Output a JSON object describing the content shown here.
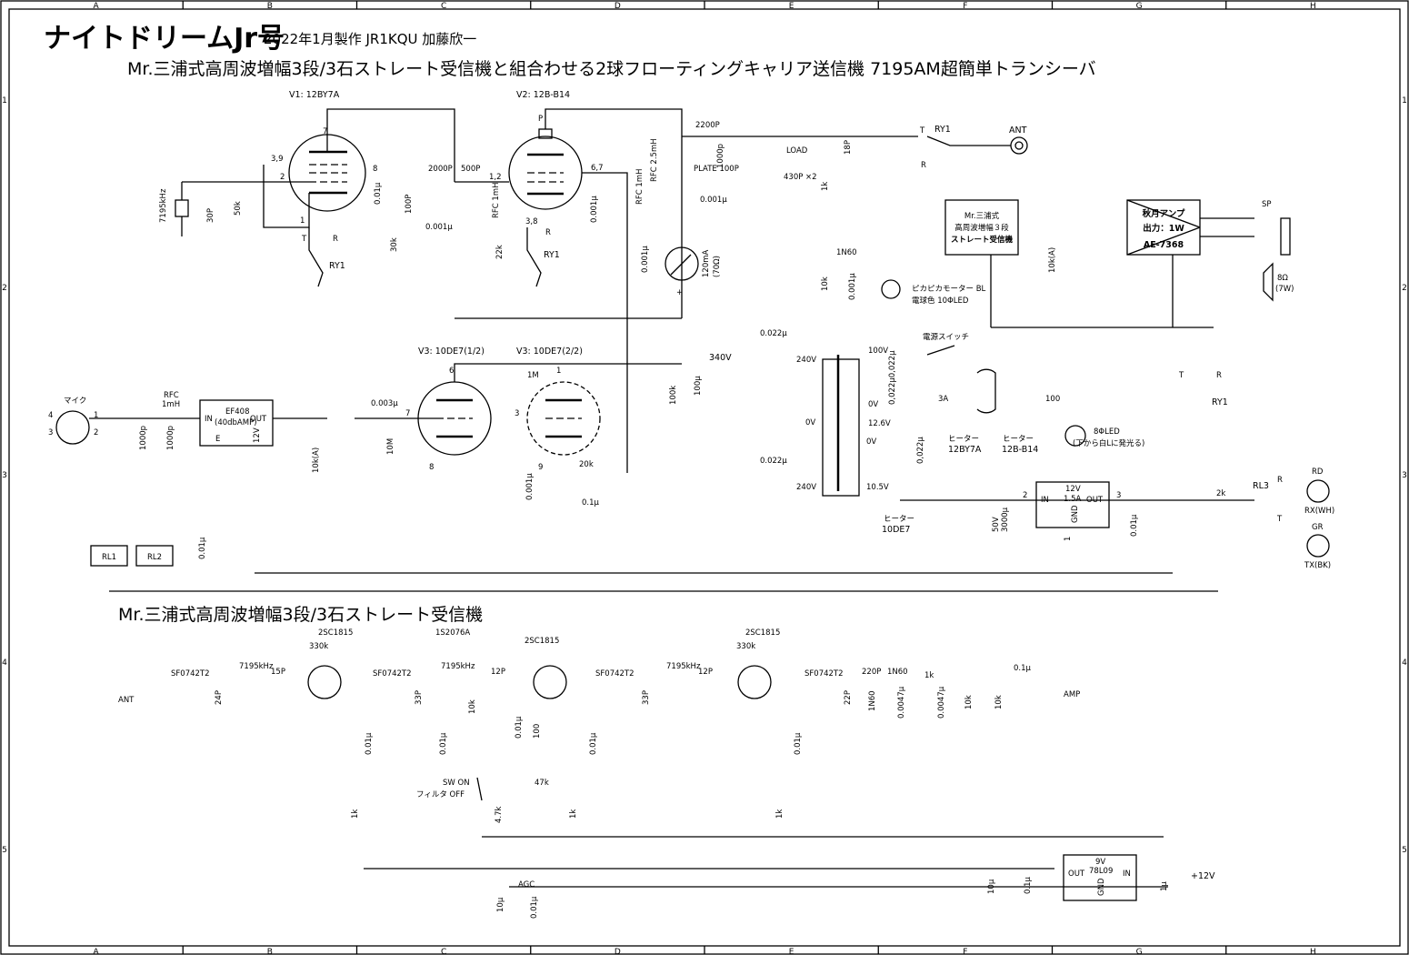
{
  "header": {
    "title": "ナイトドリームJr号",
    "subtitle": "2022年1月製作  JR1KQU  加藤欣一",
    "transmitter_caption": "Mr.三浦式高周波増幅3段/3石ストレート受信機と組合わせる2球フローティングキャリア送信機   7195AM超簡単トランシーバ",
    "receiver_caption": "Mr.三浦式高周波増幅3段/3石ストレート受信機"
  },
  "frame": {
    "columns": [
      "A",
      "B",
      "C",
      "D",
      "E",
      "F",
      "G",
      "H"
    ],
    "rows": [
      "1",
      "2",
      "3",
      "4",
      "5"
    ]
  },
  "tubes": {
    "v1": {
      "name": "V1: 12BY7A",
      "pins": {
        "plate": "7",
        "screen": "3,9",
        "grid": "2",
        "cathode": "1",
        "g2": "8"
      }
    },
    "v2": {
      "name": "V2: 12B-B14",
      "pins": {
        "plate": "P",
        "grid": "1,2",
        "screen": "6,7",
        "cathode": "3,8"
      }
    },
    "v3a": {
      "name": "V3: 10DE7(1/2)",
      "pins": {
        "plate": "6",
        "grid": "7",
        "cathode": "8"
      }
    },
    "v3b": {
      "name": "V3: 10DE7(2/2)",
      "pins": {
        "plate": "1",
        "grid": "3",
        "cathode": "9"
      }
    }
  },
  "oscillator": {
    "crystal": "7195kHz",
    "trimmer": "30P",
    "grid_res": "50k",
    "screen_cap": "0.01μ",
    "screen_res": "30k",
    "tank_cap": "100P",
    "coupling1": "2000P",
    "coupling2": "500P",
    "bypass": "0.001μ",
    "relay": "RY1",
    "relay_t": "T",
    "relay_r": "R"
  },
  "final": {
    "grid_rfc": "RFC 1mH",
    "grid_res": "22k",
    "screen_cap": "0.001μ",
    "screen_rfc": "RFC 1mH",
    "plate_rfc": "RFC 2.5mH",
    "coupling": "2200P",
    "plate_pad": "1000p",
    "plate_vc": "PLATE 100P",
    "bypass": "0.001μ",
    "load": "LOAD",
    "load_vc": "430P ×2",
    "out_cap": "18P",
    "meter_cap": "0.001μ",
    "meter": "120mA",
    "meter_note": "(70Ω)",
    "meter_plus": "+",
    "mon_res": "1k",
    "mon_diode": "1N60",
    "mon_res2": "10k",
    "mon_cap": "0.001μ",
    "mon_led_1": "ピカピカモーター BL",
    "mon_led_2": "電球色  10ΦLED"
  },
  "antenna": {
    "relay": "RY1",
    "t": "T",
    "r": "R",
    "ant": "ANT"
  },
  "receiver_block": {
    "line1": "Mr.三浦式",
    "line2": "高周波増幅３段",
    "line3": "ストレート受信機",
    "vol": "10k(A)"
  },
  "amp_block": {
    "line1": "秋月アンプ",
    "line2": "出力：1W",
    "line3": "AE-7368",
    "sp": "SP",
    "spk": "8Ω",
    "spk_w": "(7W)"
  },
  "modulator": {
    "mic": "マイク",
    "mic_pins": [
      "4",
      "3",
      "1",
      "2"
    ],
    "rfc": "RFC",
    "rfc_val": "1mH",
    "cap1": "1000p",
    "cap2": "1000p",
    "amp_in": "IN",
    "amp_name": "EF408",
    "amp_gain": "(40dbAMP)",
    "amp_out": "OUT",
    "amp_e": "E",
    "amp_12v": "12V",
    "vol": "10k(A)",
    "cgrid": "0.003μ",
    "rgrid": "10M",
    "r1m": "1M",
    "r20k": "20k",
    "c01": "0.1μ",
    "ck": "0.001μ",
    "rl1": "RL1",
    "rl2": "RL2",
    "rlcap": "0.01μ"
  },
  "power": {
    "b_volt": "340V",
    "bleeder": "100k",
    "filter": "100μ",
    "dcap_top": "0.022μ",
    "dcap_bot": "0.022μ",
    "ac_top": "240V",
    "ac_bot": "240V",
    "ct": "0V",
    "pri_100": "100V",
    "pri_0": "0V",
    "pri_caps": "0,022μ0,022μ",
    "switch": "電源スイッチ",
    "fuse": "3A",
    "h126": "12.6V",
    "h0": "0V",
    "h105": "10.5V",
    "heater": "ヒーター",
    "h_v1": "12BY7A",
    "h_v2": "12B-B14",
    "h_v3": "10DE7",
    "hcap": "0,022μ",
    "led_res": "100",
    "led": "8ΦLED",
    "led_note": "(下から白Lに発光る)",
    "reg_v": "12V",
    "reg_a": "1.5A",
    "reg_in": "IN",
    "reg_out": "OUT",
    "reg_gnd": "GND",
    "pin2": "2",
    "pin3": "3",
    "pin1": "1",
    "ecap_v": "50V",
    "ecap": "3000μ",
    "out_cap": "0.01μ"
  },
  "indicator": {
    "relay": "RY1",
    "t": "T",
    "r": "R",
    "res": "2k",
    "rl3": "RL3",
    "rd": "RD",
    "rx": "RX(WH)",
    "gr": "GR",
    "tx": "TX(BK)"
  },
  "rx_circuit": {
    "ifts": [
      "SF0742T2",
      "SF0742T2",
      "SF0742T2",
      "SF0742T2"
    ],
    "tr": [
      "2SC1815",
      "2SC1815",
      "2SC1815"
    ],
    "xtal": "7195kHz",
    "ant": "ANT",
    "caps": {
      "c24": "24P",
      "c15": "15P",
      "c33": "33P",
      "c12": "12P",
      "c22": "22P",
      "c220": "220P",
      "c01": "0.1μ",
      "c001": "0.01μ",
      "c0047": "0.0047μ",
      "c10": "10μ",
      "c1u": "1μ"
    },
    "res": {
      "r330": "330k",
      "r10k": "10k",
      "r100": "100",
      "r47k": "47k",
      "r47": "4.7k",
      "r1k": "1k"
    },
    "diode_fb": "1S2076A",
    "diode_det": "1N60",
    "sw": "SW ON",
    "sw2": "フィルタ OFF",
    "agc": "AGC",
    "amp": "AMP",
    "reg_name": "78L09",
    "reg_v": "9V",
    "reg_out": "OUT",
    "reg_in": "IN",
    "reg_gnd": "GND",
    "supply": "+12V"
  }
}
